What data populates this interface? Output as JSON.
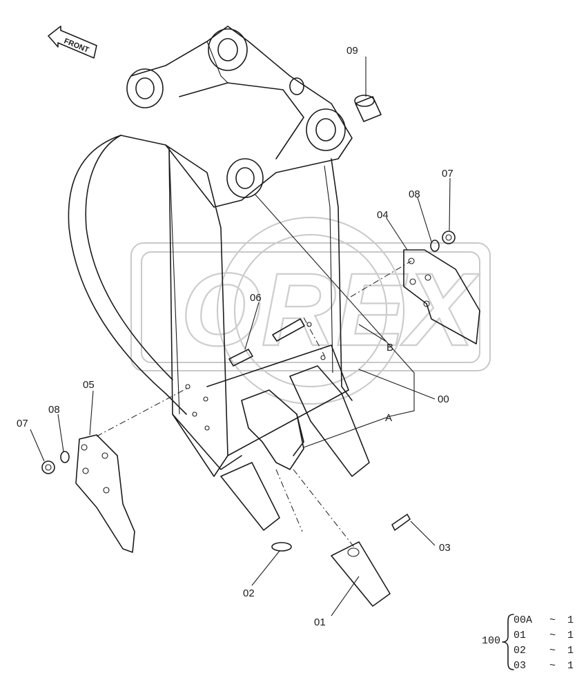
{
  "watermark": {
    "text": "OREX"
  },
  "direction": {
    "label": "FRONT"
  },
  "part_labels": {
    "p00": "00",
    "p01": "01",
    "p02": "02",
    "p03": "03",
    "p04": "04",
    "p05": "05",
    "p06": "06",
    "p07_left": "07",
    "p07_right": "07",
    "p08_left": "08",
    "p08_right": "08",
    "p09": "09",
    "ref_a": "A",
    "ref_b": "B"
  },
  "kit": {
    "number": "100",
    "items": [
      {
        "part": "00A",
        "sep": "~",
        "qty": "1"
      },
      {
        "part": "01",
        "sep": "~",
        "qty": "1"
      },
      {
        "part": "02",
        "sep": "~",
        "qty": "1"
      },
      {
        "part": "03",
        "sep": "~",
        "qty": "1"
      }
    ]
  },
  "colors": {
    "ink": "#1a1a1a",
    "watermark": "#c8c8c8",
    "background": "#ffffff"
  }
}
